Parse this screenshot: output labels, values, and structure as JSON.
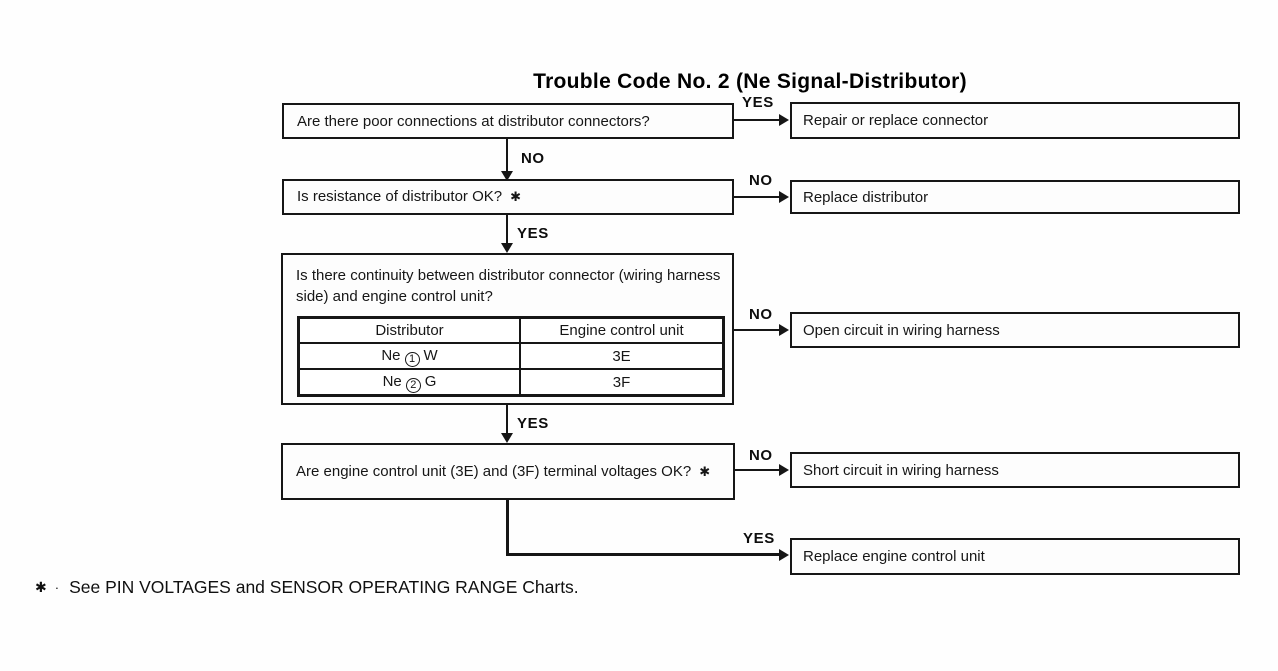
{
  "title": "Trouble Code No. 2 (Ne Signal-Distributor)",
  "symbols": {
    "star": "✱"
  },
  "steps": {
    "step1": {
      "question": "Are there poor connections at distributor connectors?",
      "side_label": "YES",
      "down_label": "NO",
      "action": "Repair or replace connector"
    },
    "step2": {
      "question": "Is resistance of distributor OK?",
      "side_label": "NO",
      "down_label": "YES",
      "action": "Replace distributor"
    },
    "step3": {
      "question": "Is there continuity between distributor connector (wiring harness side) and engine control unit?",
      "side_label": "NO",
      "down_label": "YES",
      "action": "Open circuit in wiring harness",
      "table": {
        "col1_header": "Distributor",
        "col2_header": "Engine control unit",
        "row1": {
          "name": "Ne",
          "pin": "1",
          "wire": "W",
          "ecu": "3E"
        },
        "row2": {
          "name": "Ne",
          "pin": "2",
          "wire": "G",
          "ecu": "3F"
        }
      }
    },
    "step4": {
      "question": "Are engine control unit (3E) and (3F) terminal voltages OK?",
      "side_label": "NO",
      "action": "Short circuit in wiring harness"
    },
    "step5": {
      "side_label": "YES",
      "action": "Replace engine control unit"
    }
  },
  "footnote": {
    "marker": "✱",
    "separator": "·",
    "text": "See PIN VOLTAGES and SENSOR OPERATING RANGE Charts."
  }
}
